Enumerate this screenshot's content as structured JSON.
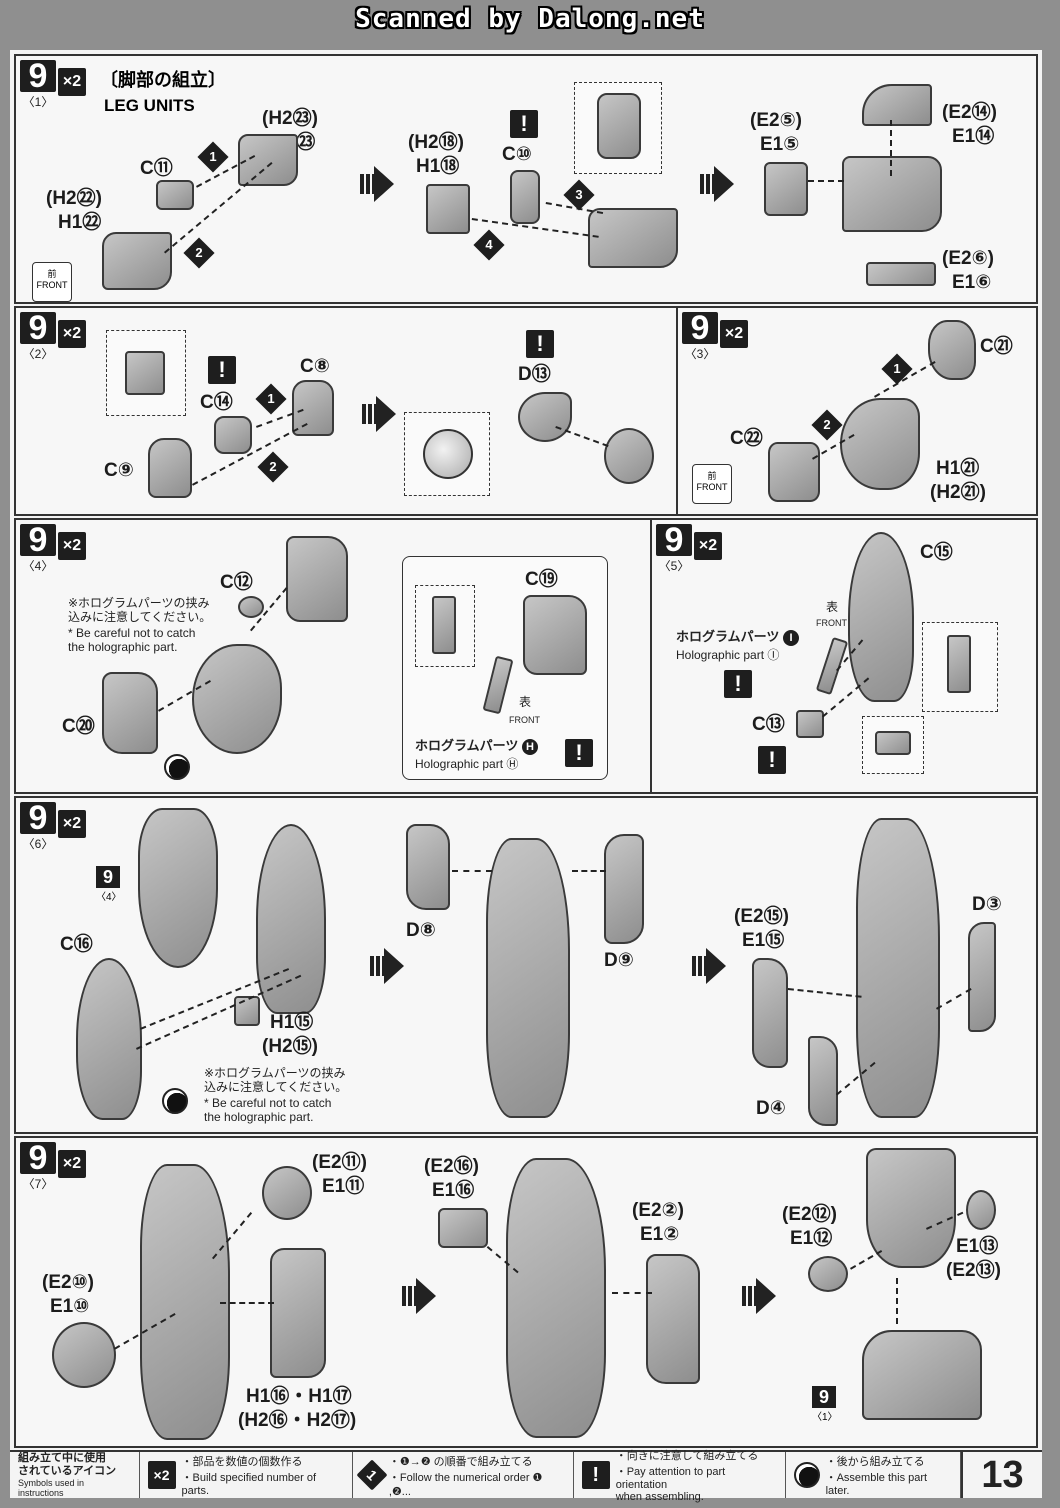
{
  "scan_banner": "Scanned by Dalong.net",
  "header": {
    "title_ja": "〔脚部の組立〕",
    "title_en": "LEG UNITS"
  },
  "steps": {
    "s1": {
      "num": "9",
      "sub": "〈1〉",
      "qty": "×2"
    },
    "s2": {
      "num": "9",
      "sub": "〈2〉",
      "qty": "×2"
    },
    "s3": {
      "num": "9",
      "sub": "〈3〉",
      "qty": "×2"
    },
    "s4": {
      "num": "9",
      "sub": "〈4〉",
      "qty": "×2"
    },
    "s5": {
      "num": "9",
      "sub": "〈5〉",
      "qty": "×2"
    },
    "s6": {
      "num": "9",
      "sub": "〈6〉",
      "qty": "×2"
    },
    "s7": {
      "num": "9",
      "sub": "〈7〉",
      "qty": "×2"
    }
  },
  "labels": {
    "p1": {
      "c11": "C⑪",
      "h2_23": "(H2㉓)",
      "h1_23": "H1㉓",
      "h2_22": "(H2㉒)",
      "h1_22": "H1㉒",
      "h2_18": "(H2⑱)",
      "h1_18": "H1⑱",
      "c10": "C⑩",
      "e2_14": "(E2⑭)",
      "e1_14": "E1⑭",
      "e2_5": "(E2⑤)",
      "e1_5": "E1⑤",
      "e2_6": "(E2⑥)",
      "e1_6": "E1⑥"
    },
    "p2": {
      "c8": "C⑧",
      "c14": "C⑭",
      "c9": "C⑨",
      "d13": "D⑬"
    },
    "p3": {
      "c21": "C㉑",
      "c22": "C㉒",
      "h1_21": "H1㉑",
      "h2_21": "(H2㉑)"
    },
    "p4": {
      "c12": "C⑫",
      "c19": "C⑲",
      "c20": "C⑳",
      "note_ja_1": "※ホログラムパーツの挟み",
      "note_ja_2": "込みに注意してください。",
      "note_en_1": "* Be careful not to catch",
      "note_en_2": "the holographic part.",
      "holo_ja": "ホログラムパーツ",
      "holo_letter": "H",
      "holo_en": "Holographic part Ⓗ",
      "omote": "表",
      "front": "FRONT"
    },
    "p5": {
      "c15": "C⑮",
      "c13": "C⑬",
      "holo_ja": "ホログラムパーツ",
      "holo_letter": "I",
      "holo_en": "Holographic part Ⓘ",
      "omote": "表",
      "front": "FRONT"
    },
    "p6": {
      "c16": "C⑯",
      "ref_num": "9",
      "ref_sub": "〈4〉",
      "h1_15": "H1⑮",
      "h2_15": "(H2⑮)",
      "d8": "D⑧",
      "d9": "D⑨",
      "e2_15": "(E2⑮)",
      "e1_15": "E1⑮",
      "d3": "D③",
      "d4": "D④",
      "note_ja_1": "※ホログラムパーツの挟み",
      "note_ja_2": "込みに注意してください。",
      "note_en_1": "* Be careful not to catch",
      "note_en_2": "the holographic part."
    },
    "p7": {
      "e2_11": "(E2⑪)",
      "e1_11": "E1⑪",
      "e2_10": "(E2⑩)",
      "e1_10": "E1⑩",
      "h1_16_17": "H1⑯・H1⑰",
      "h2_16_17": "(H2⑯・H2⑰)",
      "e2_16": "(E2⑯)",
      "e1_16": "E1⑯",
      "e2_2": "(E2②)",
      "e1_2": "E1②",
      "e2_12": "(E2⑫)",
      "e1_12": "E1⑫",
      "e1_13": "E1⑬",
      "e2_13": "(E2⑬)",
      "ref_num": "9",
      "ref_sub": "〈1〉"
    }
  },
  "front_tag": {
    "ja": "前",
    "en": "FRONT"
  },
  "seq_marks": {
    "one": "1",
    "two": "2",
    "three": "3",
    "four": "4"
  },
  "warn_mark": "!",
  "legend": {
    "head_ja_1": "組み立て中に使用",
    "head_ja_2": "されているアイコン",
    "head_en": "Symbols used in instructions",
    "x2_icon": "×2",
    "x2_ja": "・部品を数値の個数作る",
    "x2_en": "・Build specified number of parts.",
    "seq_icon": "1",
    "seq_ja": "・❶→❷ の順番で組み立てる",
    "seq_en": "・Follow the numerical order ❶ ,❷...",
    "warn_icon": "!",
    "warn_ja": "・向きに注意して組み立てる",
    "warn_en_1": "・Pay attention to part orientation",
    "warn_en_2": "when assembling.",
    "later_ja": "・後から組み立てる",
    "later_en": "・Assemble this part later."
  },
  "page_number": "13"
}
